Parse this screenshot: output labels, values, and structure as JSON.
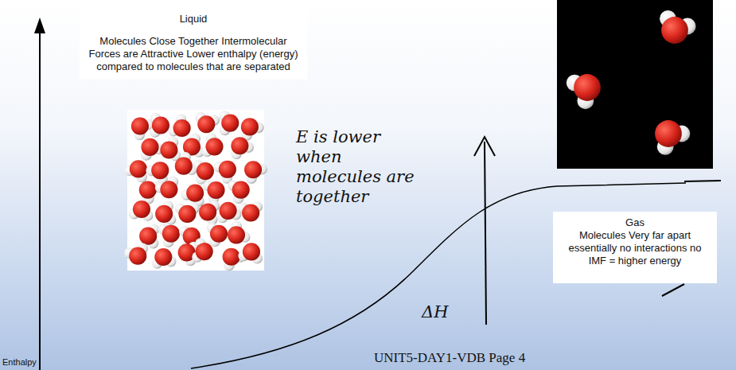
{
  "diagram": {
    "nodes": [
      {
        "text": [
          "Liquid",
          "Molecules Close Together Intermolecular Forces are Attractive Lower enthalpy (energy) compared to molecules that are separated"
        ]
      },
      {
        "text": [
          "Gas",
          "Molecules Very far apart essentially no interactions no IMF = higher energy"
        ]
      }
    ],
    "labels": [
      "E is lower when molecules are together",
      "ΔH",
      "UNIT5-DAY1-VDB Page 4",
      "Enthalpy"
    ]
  }
}
